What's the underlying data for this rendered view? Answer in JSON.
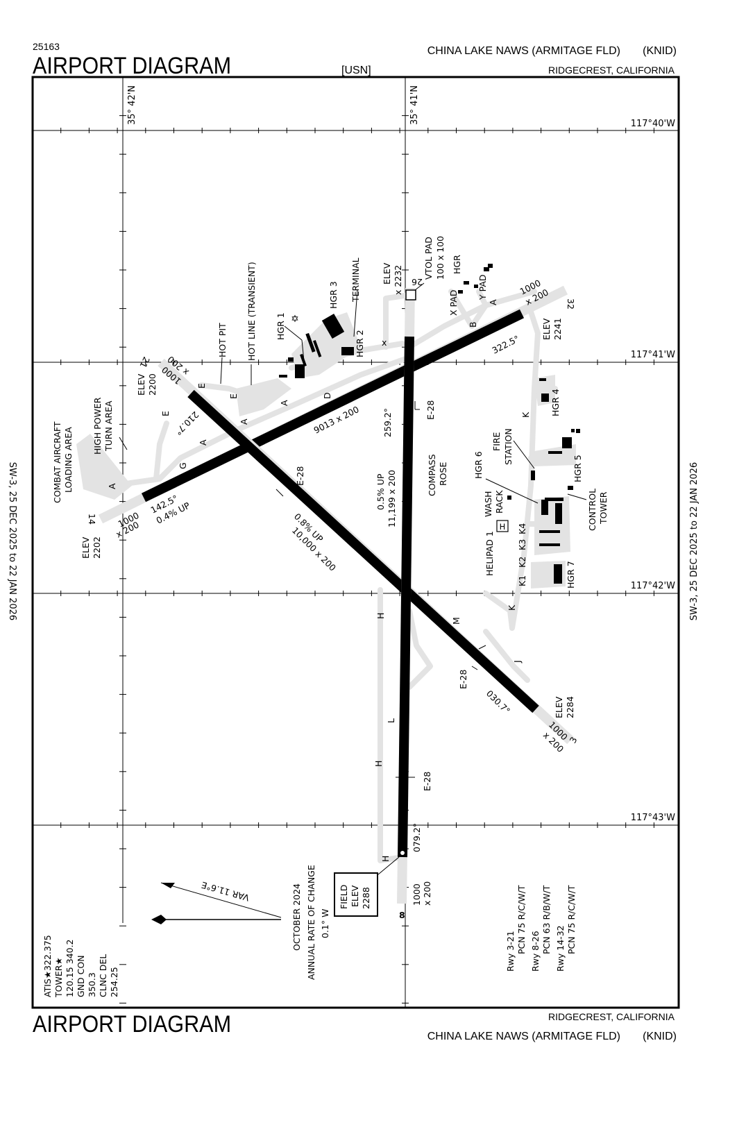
{
  "header": {
    "chart_number": "25163",
    "title": "AIRPORT DIAGRAM",
    "agency": "[USN]",
    "facility": "CHINA LAKE NAWS (ARMITAGE FLD)",
    "ident": "(KNID)",
    "location": "RIDGECREST, CALIFORNIA"
  },
  "grid": {
    "lat_42": "35° 42'N",
    "lat_41": "35° 41'N",
    "lon_40": "117°40'W",
    "lon_41": "117°41'W",
    "lon_42": "117°42'W",
    "lon_43": "117°43'W"
  },
  "margin": {
    "left": "SW-3,  25 DEC 2025  to  22 JAN 2026",
    "right": "SW-3,  25 DEC 2025  to  22 JAN 2026"
  },
  "runways": {
    "rwy_14_32": {
      "end_14": "14",
      "end_32": "32",
      "dims": "9013 x 200",
      "hdg_14": "142.5°",
      "grad_14": "0.4% UP",
      "hdg_32": "322.5°",
      "elev_14": [
        "ELEV",
        "2202"
      ],
      "elev_32": [
        "ELEV",
        "2241"
      ],
      "ovr_14": [
        "1000",
        "x 200"
      ],
      "ovr_32": [
        "1000",
        "x 200"
      ]
    },
    "rwy_3_21": {
      "end_3": "3",
      "end_21": "21",
      "dims": "10,000 x 200",
      "grad": "0.8% UP",
      "hdg_3": "030.7°",
      "hdg_21": "210.7°",
      "elev_21": [
        "ELEV",
        "2200"
      ],
      "elev_3": [
        "ELEV",
        "2284"
      ],
      "ovr_21": [
        "1000",
        "x 200"
      ],
      "ovr_3": [
        "1000",
        "x 200"
      ]
    },
    "rwy_8_26": {
      "end_8": "8",
      "end_26": "26",
      "dims": "11,199 x 200",
      "grad": "0.5% UP",
      "hdg_8": "079.2°",
      "hdg_26": "259.2°",
      "ovr_8": [
        "1000",
        "x 200"
      ]
    }
  },
  "arresting_gear": "E-28",
  "taxiways": {
    "A": "A",
    "B": "B",
    "D": "D",
    "E": "E",
    "G": "G",
    "H": "H",
    "J": "J",
    "K": "K",
    "L": "L",
    "M": "M",
    "K1": "K1",
    "K2": "K2",
    "K3": "K3",
    "K4": "K4"
  },
  "facilities": {
    "elev_2232": [
      "ELEV",
      "x 2232"
    ],
    "x_mark": "x",
    "vtol_pad": [
      "VTOL PAD",
      "100 x 100"
    ],
    "hgr": "HGR",
    "x_pad": "X PAD",
    "y_pad": "Y PAD",
    "terminal": "TERMINAL",
    "hgr1": "HGR 1",
    "hgr2": "HGR 2",
    "hgr3": "HGR 3",
    "hgr4": "HGR 4",
    "hgr5": "HGR 5",
    "hgr6": "HGR 6",
    "hgr7": "HGR 7",
    "hot_line": "HOT LINE (TRANSIENT)",
    "hot_pit": "HOT PIT",
    "combat_area": [
      "COMBAT AIRCRAFT",
      "LOADING AREA"
    ],
    "high_power": [
      "HIGH POWER",
      "TURN AREA"
    ],
    "compass_rose": [
      "COMPASS",
      "ROSE"
    ],
    "fire_station": [
      "FIRE",
      "STATION"
    ],
    "wash_rack": [
      "WASH",
      "RACK"
    ],
    "helipad": "HELIPAD 1",
    "helipad_symbol": "H",
    "control_tower": [
      "CONTROL",
      "TOWER"
    ],
    "field_elev": [
      "FIELD",
      "ELEV",
      "2288"
    ]
  },
  "variation": {
    "var": "VAR 11.6°E",
    "date": "OCTOBER 2024",
    "rate_label": "ANNUAL RATE OF CHANGE",
    "rate": "0.1° W"
  },
  "comms": [
    "ATIS★322.375",
    "TOWER★",
    "120.15  340.2",
    "GND CON",
    "350.3",
    "CLNC DEL",
    "254.25"
  ],
  "runway_info": [
    [
      "Rwy 3-21",
      "PCN 75 R/C/W/T"
    ],
    [
      "Rwy 8-26",
      "PCN 63 R/B/W/T"
    ],
    [
      "Rwy 14-32",
      "PCN 75 R/C/W/T"
    ]
  ],
  "footer": {
    "title": "AIRPORT DIAGRAM",
    "location": "RIDGECREST, CALIFORNIA",
    "facility": "CHINA LAKE NAWS (ARMITAGE FLD)",
    "ident": "(KNID)"
  }
}
